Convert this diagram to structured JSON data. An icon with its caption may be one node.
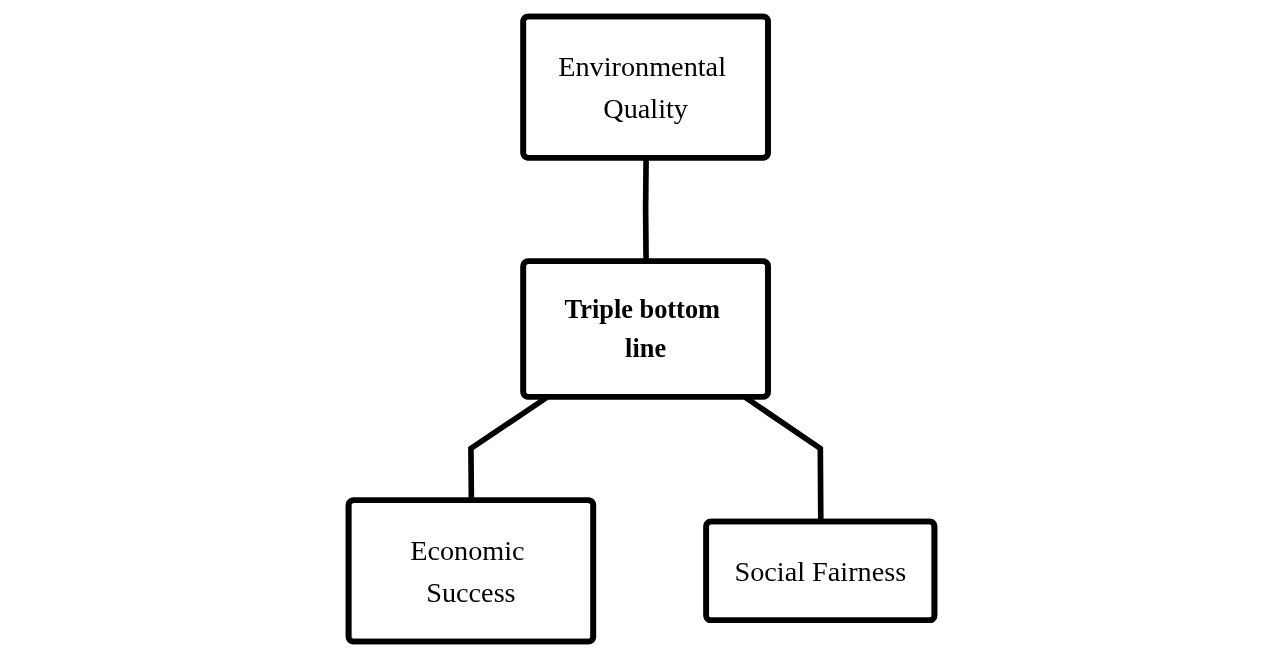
{
  "diagram": {
    "nodes": [
      {
        "text": [
          "Environmental Quality"
        ]
      },
      {
        "text": [
          "Triple bottom line"
        ]
      },
      {
        "text": [
          "Economic Success"
        ]
      },
      {
        "text": [
          "Social Fairness"
        ]
      }
    ],
    "edges": [
      {
        "from": 0,
        "to": 1,
        "arrow": "none"
      },
      {
        "from": 1,
        "to": 2,
        "arrow": "none"
      },
      {
        "from": 1,
        "to": 3,
        "arrow": "none"
      }
    ]
  }
}
